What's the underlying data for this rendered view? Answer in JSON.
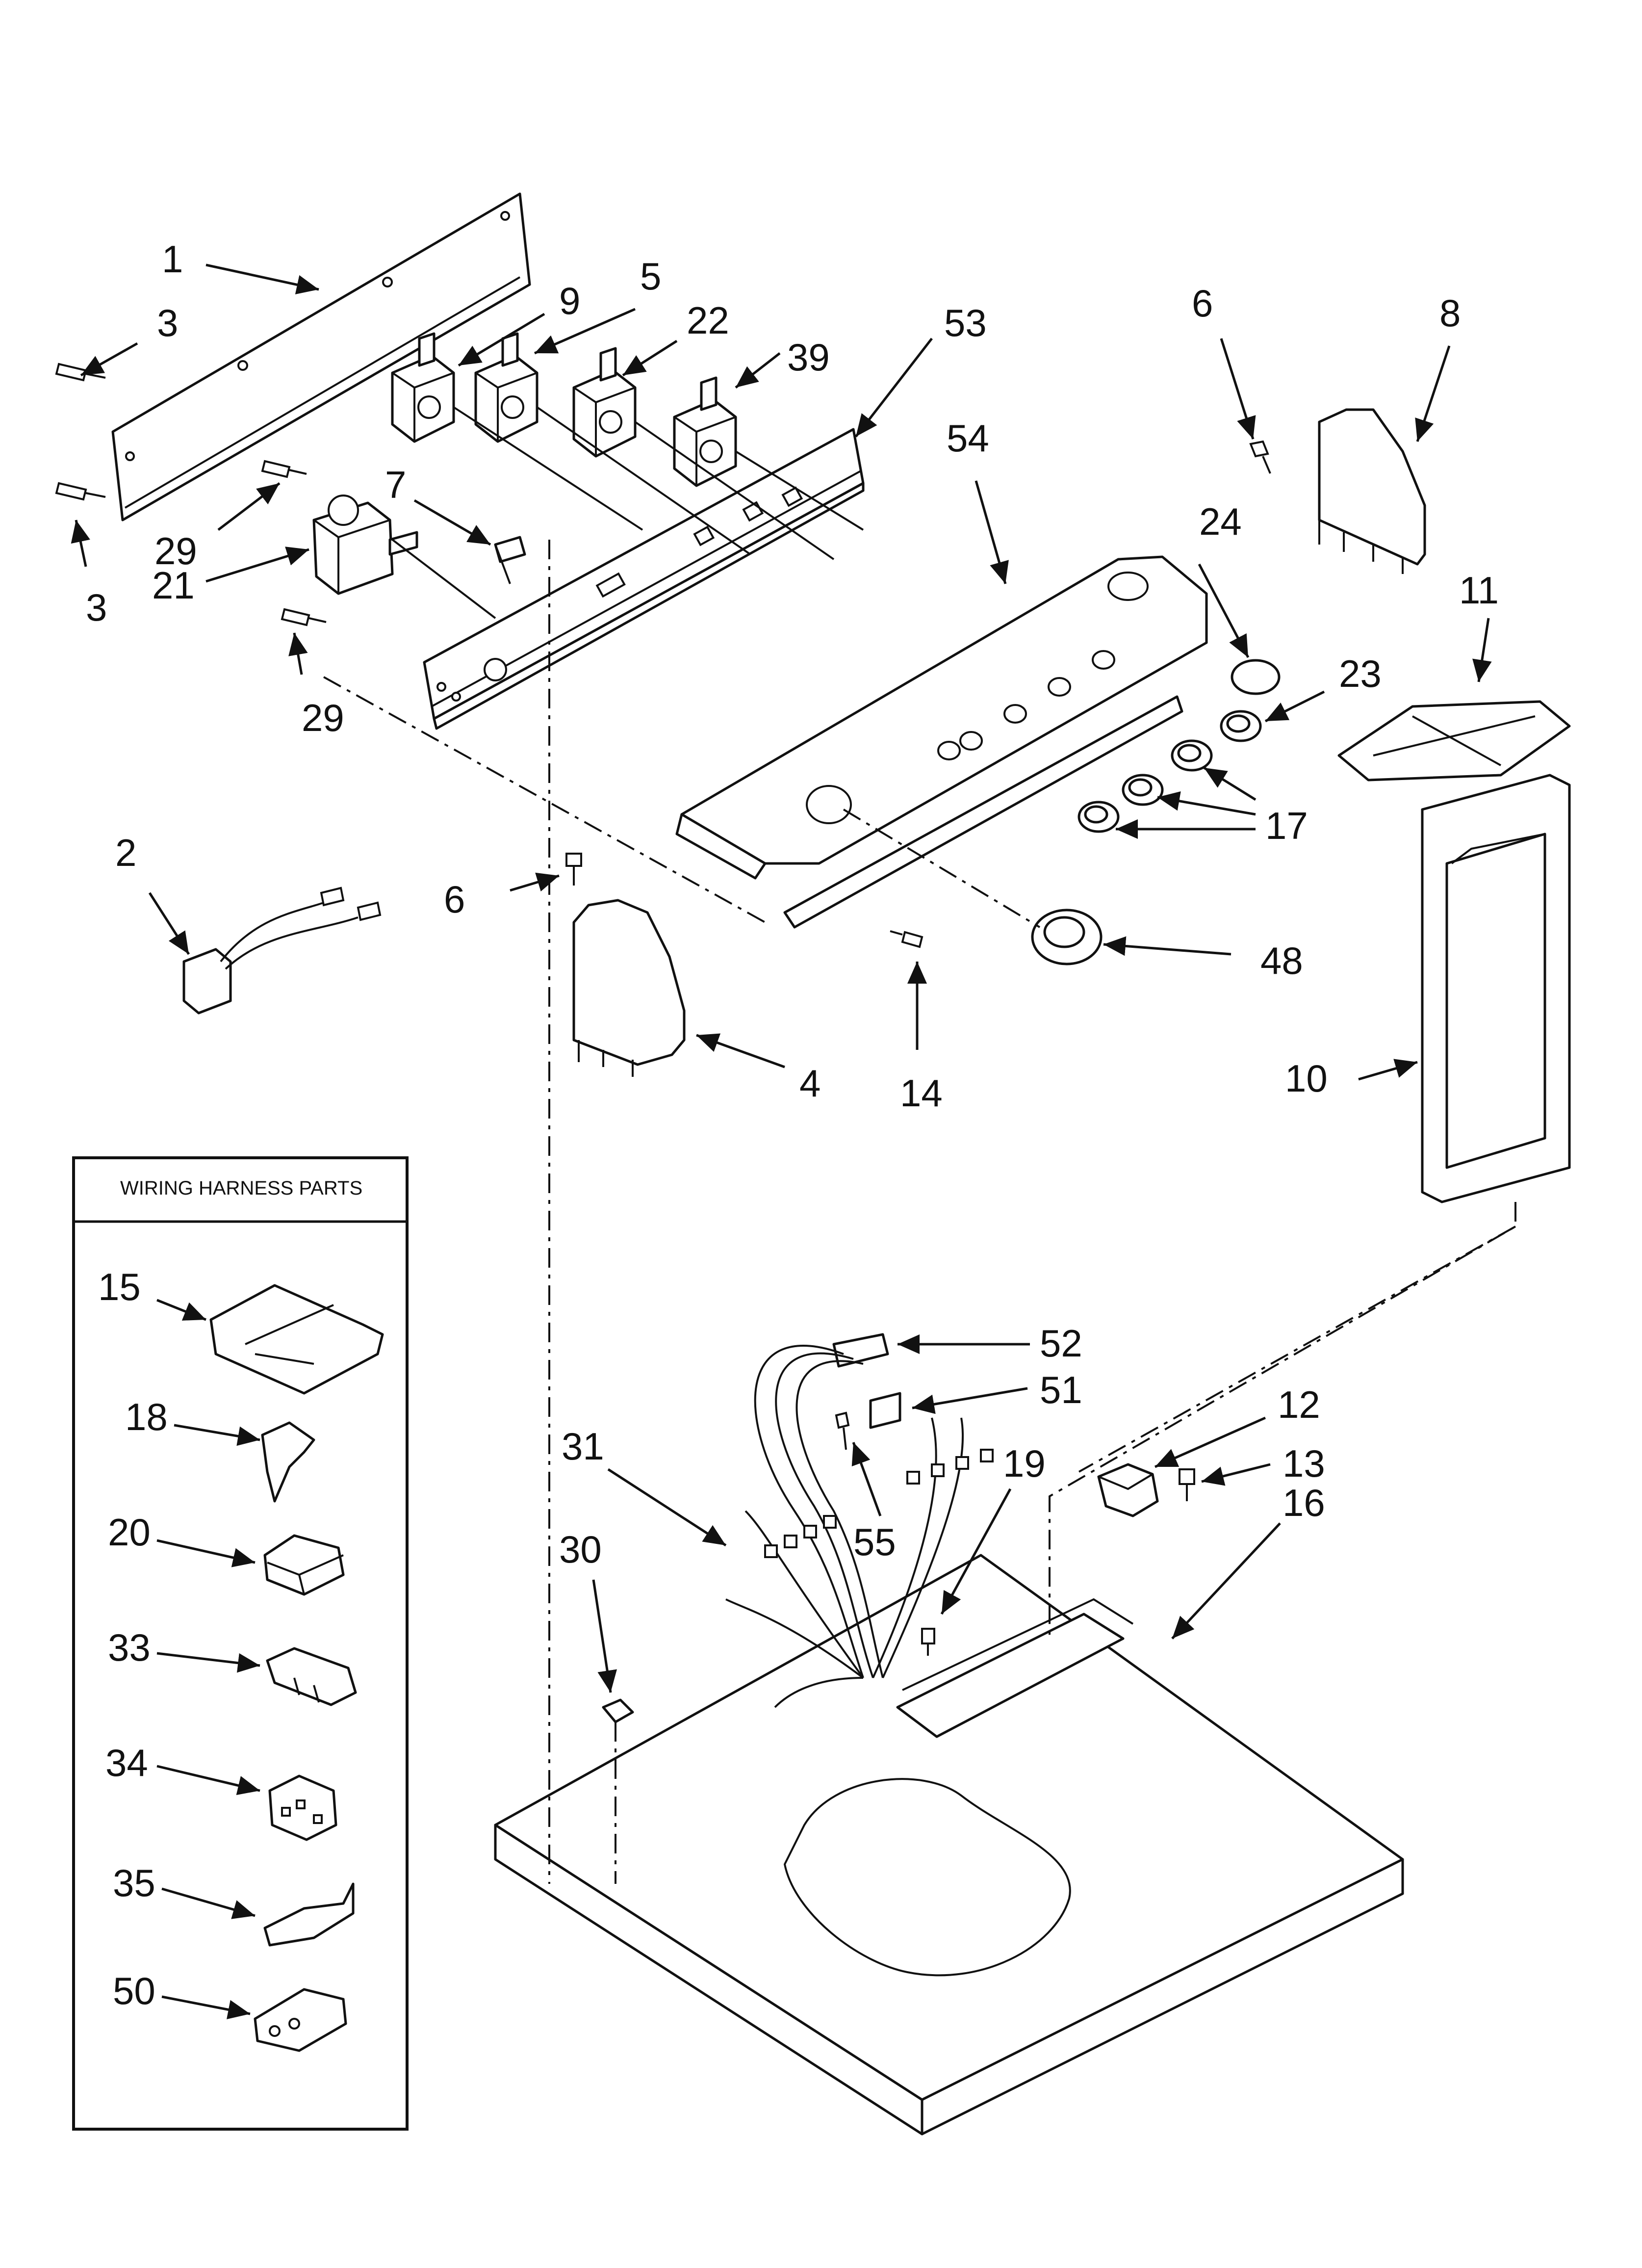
{
  "legend": {
    "title": "WIRING HARNESS PARTS",
    "items": [
      "15",
      "18",
      "20",
      "33",
      "34",
      "35",
      "50"
    ]
  },
  "callouts": {
    "c1": "1",
    "c3a": "3",
    "c3b": "3",
    "c29a": "29",
    "c29b": "29",
    "c21": "21",
    "c7": "7",
    "c9": "9",
    "c5": "5",
    "c22": "22",
    "c39": "39",
    "c53": "53",
    "c54": "54",
    "c6a": "6",
    "c8": "8",
    "c24": "24",
    "c23": "23",
    "c17": "17",
    "c11": "11",
    "c2": "2",
    "c6b": "6",
    "c4": "4",
    "c14": "14",
    "c48": "48",
    "c10": "10",
    "c52": "52",
    "c51": "51",
    "c12": "12",
    "c13": "13",
    "c31": "31",
    "c19": "19",
    "c55": "55",
    "c16": "16",
    "c30": "30"
  }
}
